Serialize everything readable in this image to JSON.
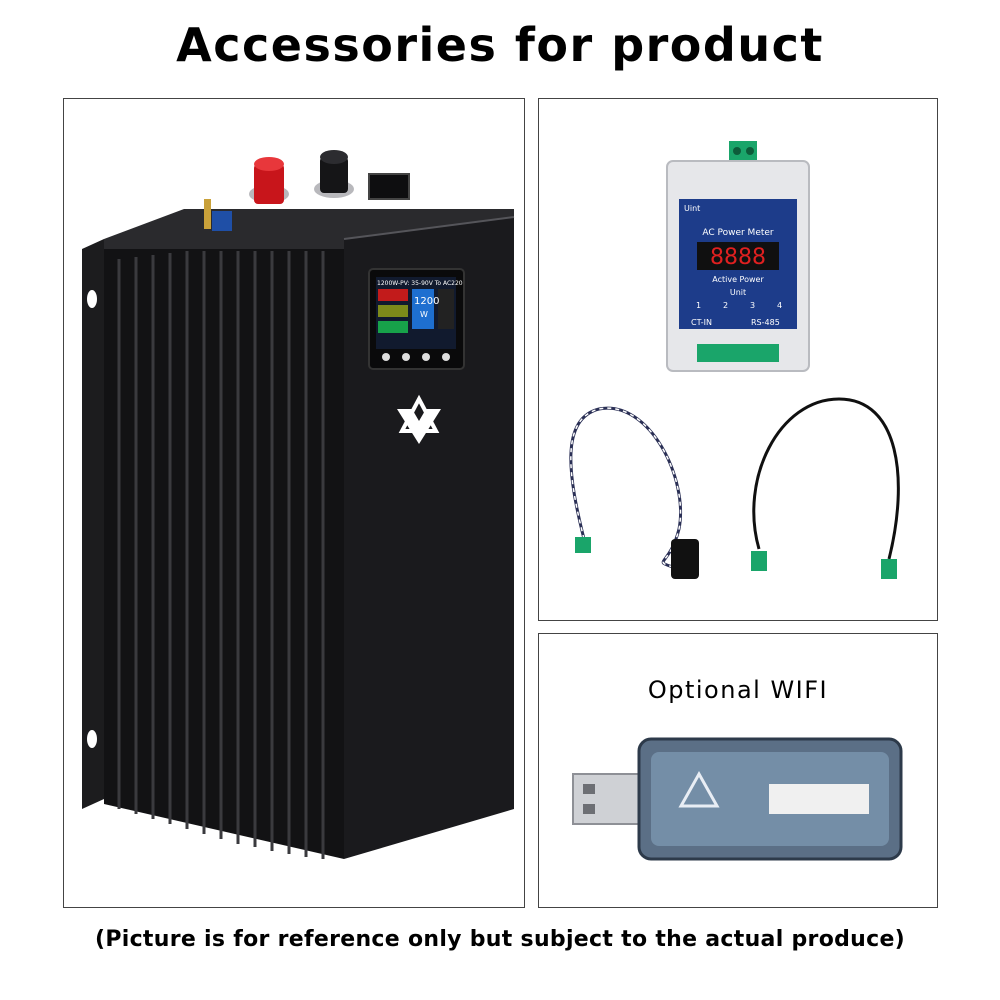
{
  "header": {
    "title": "Accessories for product"
  },
  "inverter": {
    "screen_line1": "1200W-PV: 35-90V To AC220",
    "screen_watts": "1200",
    "screen_unit": "W"
  },
  "power_meter": {
    "label_unit": "Uint",
    "title": "AC Power Meter",
    "digits": "8888",
    "active": "Active Power",
    "unit": "Unit",
    "ports": [
      "1",
      "2",
      "3",
      "4"
    ],
    "ct_in": "CT-IN",
    "rs485": "RS-485"
  },
  "wifi": {
    "label": "Optional WIFI"
  },
  "footer": {
    "note": "(Picture is for reference only but subject to the actual produce)"
  }
}
